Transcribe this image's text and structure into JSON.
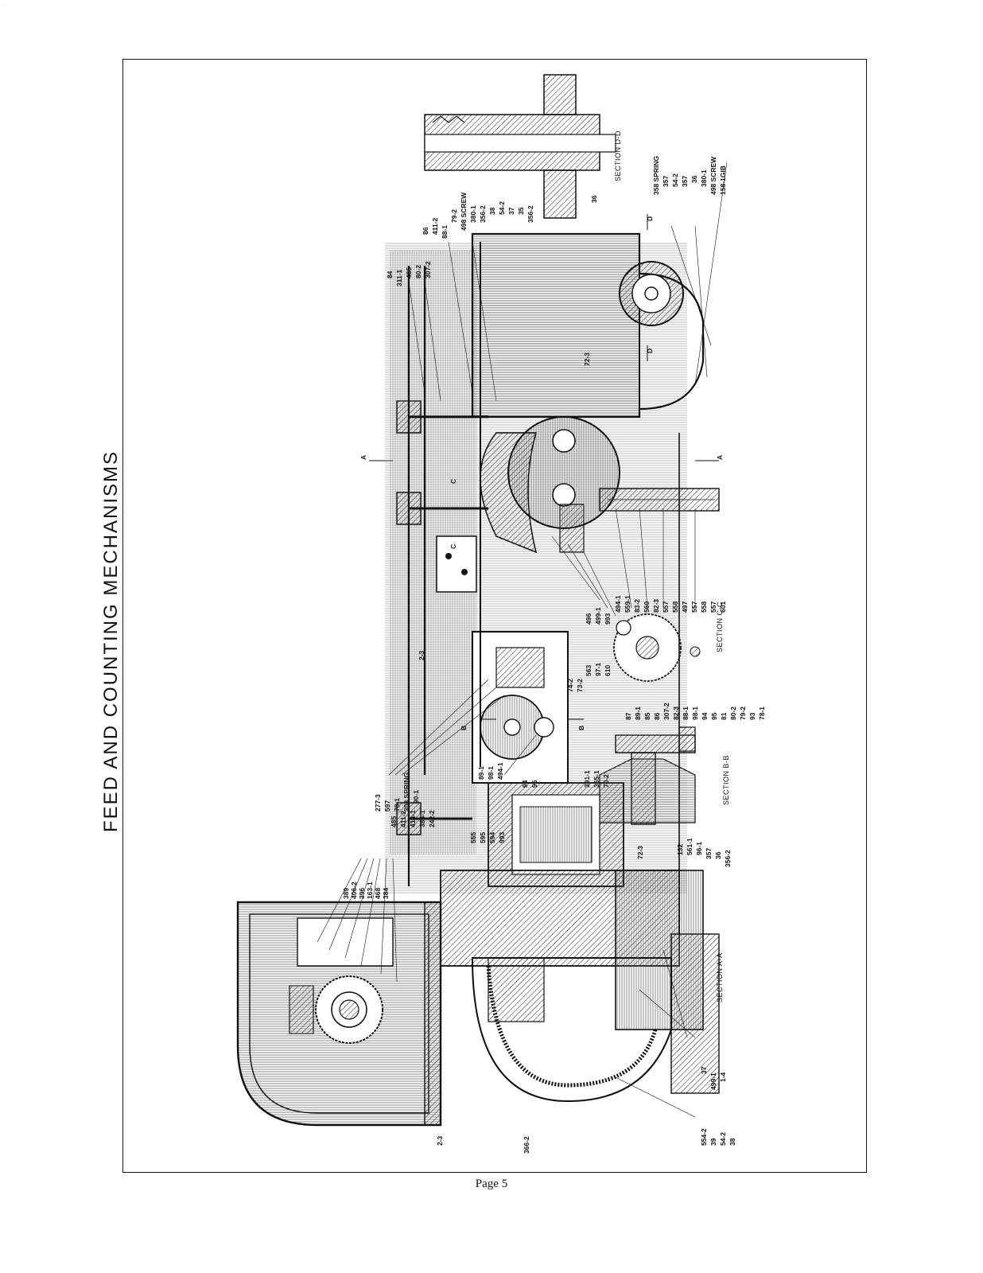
{
  "page": {
    "title": "FEED AND COUNTING MECHANISMS",
    "page_number": "Page 5"
  },
  "sections": [
    "SECTION A-A",
    "SECTION B-B",
    "SECTION C-C",
    "SECTION D-D"
  ],
  "callouts": {
    "group_a": [
      "389",
      "406-2",
      "396",
      "163-1",
      "468",
      "384"
    ],
    "group_b": [
      "485",
      "411-2",
      "414-1",
      "386-1",
      "242-2"
    ],
    "group_c": [
      "277-3",
      "597",
      "78-1",
      "308 SPRING",
      "90-1"
    ],
    "group_d": [
      "555",
      "595",
      "594",
      "993"
    ],
    "group_e": [
      "89-1",
      "98-1",
      "494-1",
      "94",
      "95",
      "391-1",
      "365-1",
      "70-2"
    ],
    "group_f": [
      "563",
      "97-1",
      "610",
      "74-2",
      "73-2"
    ],
    "group_g": [
      "496",
      "499-1",
      "993",
      "494-1",
      "559-1",
      "83-2",
      "560",
      "82-3",
      "557",
      "558",
      "497",
      "557",
      "558",
      "557",
      "601"
    ],
    "group_h": [
      "84",
      "311-1",
      "485",
      "80-2",
      "307-2",
      "86",
      "411-2",
      "88-1",
      "79-2",
      "498 SCREW",
      "380-1",
      "356-2",
      "38",
      "54-2",
      "37",
      "35",
      "356-2"
    ],
    "group_i": [
      "358 SPRING",
      "357",
      "54-2",
      "357",
      "36",
      "380-1",
      "498 SCREW",
      "158-1GIB"
    ],
    "group_j": [
      "87",
      "89-1",
      "85",
      "86",
      "307-2",
      "82-3",
      "88-1",
      "98-1",
      "94",
      "95",
      "81",
      "80-2",
      "79-2",
      "93",
      "78-1"
    ],
    "group_k": [
      "132",
      "561-1",
      "96-1",
      "357",
      "36",
      "356-2",
      "72-3"
    ],
    "group_l": [
      "37",
      "499-1",
      "1-4"
    ],
    "group_m": [
      "554-2",
      "39",
      "54-2",
      "38"
    ],
    "misc": [
      "2-3",
      "2-3",
      "366-2",
      "72-3",
      "36"
    ],
    "cut_markers": [
      "A",
      "A",
      "B",
      "B",
      "C",
      "C",
      "D",
      "D"
    ]
  }
}
